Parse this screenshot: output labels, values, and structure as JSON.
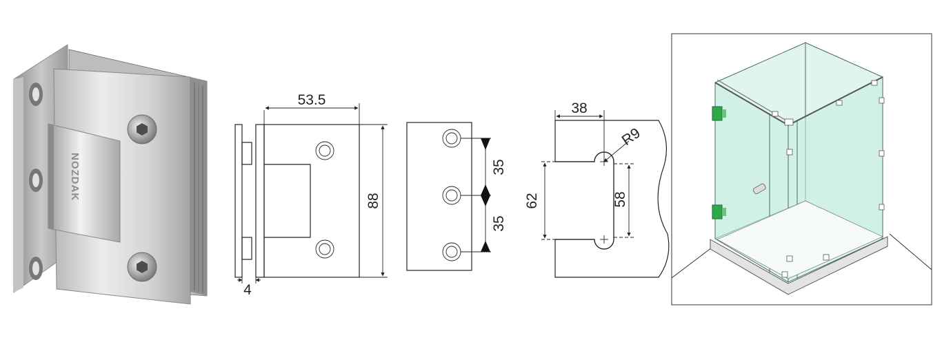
{
  "photo": {
    "brand_text": "NOZDAK"
  },
  "dims": {
    "width_top": "53.5",
    "height": "88",
    "plate_thickness": "4",
    "hole_spacing_upper": "35",
    "hole_spacing_lower": "35",
    "cutout_depth": "38",
    "radius": "R9",
    "cutout_height_outer": "62",
    "cutout_height_inner": "58"
  },
  "colors": {
    "metal_light": "#e6e6e6",
    "metal_dark": "#9a9a9a",
    "glass": "#c7ece0",
    "hinge_green": "#2fa84a"
  }
}
